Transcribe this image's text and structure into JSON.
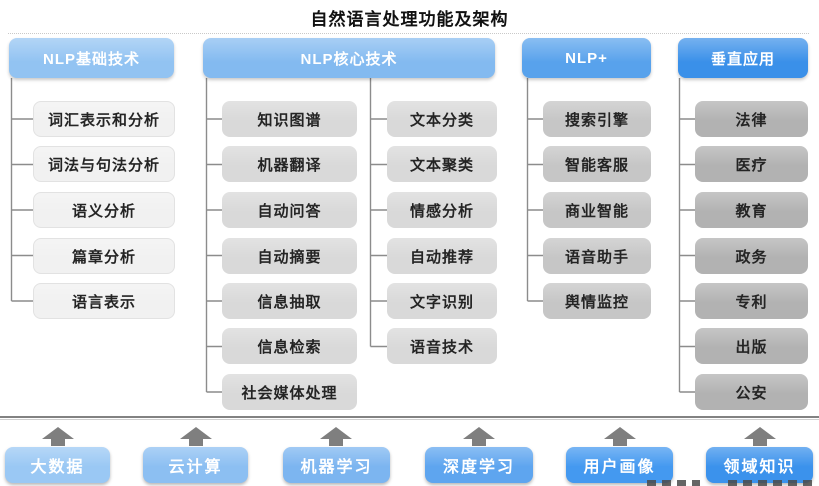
{
  "title": "自然语言处理功能及架构",
  "columns": [
    {
      "header": "NLP基础技术",
      "items": [
        "词汇表示和分析",
        "词法与句法分析",
        "语义分析",
        "篇章分析",
        "语言表示"
      ]
    },
    {
      "header": "NLP核心技术",
      "items_left": [
        "知识图谱",
        "机器翻译",
        "自动问答",
        "自动摘要",
        "信息抽取",
        "信息检索",
        "社会媒体处理"
      ],
      "items_right": [
        "文本分类",
        "文本聚类",
        "情感分析",
        "自动推荐",
        "文字识别",
        "语音技术"
      ]
    },
    {
      "header": "NLP+",
      "items": [
        "搜索引擎",
        "智能客服",
        "商业智能",
        "语音助手",
        "舆情监控"
      ]
    },
    {
      "header": "垂直应用",
      "items": [
        "法律",
        "医疗",
        "教育",
        "政务",
        "专利",
        "出版",
        "公安"
      ]
    }
  ],
  "foundation": {
    "items": [
      "大数据",
      "云计算",
      "机器学习",
      "深度学习",
      "用户画像",
      "领域知识"
    ]
  },
  "colors": {
    "header_blues": [
      "#92C3F2",
      "#83BAF0",
      "#58A2EC",
      "#3A90E9"
    ],
    "item_grays": [
      "#F1F1F1",
      "#D9D9D9",
      "#C6C6C6",
      "#B2B2B2"
    ],
    "foundation_blues": [
      "#9AC8F4",
      "#8CBFF2",
      "#7CB5F0",
      "#5EA5EF",
      "#4499F0",
      "#3B92EC"
    ],
    "connector_gray": "#8C8C8C",
    "arrow_gray": "#7F7F7F",
    "separator_gray": "#828282",
    "title_text": "#111111",
    "item_text": "#242424",
    "header_text": "#FFFFFF"
  }
}
